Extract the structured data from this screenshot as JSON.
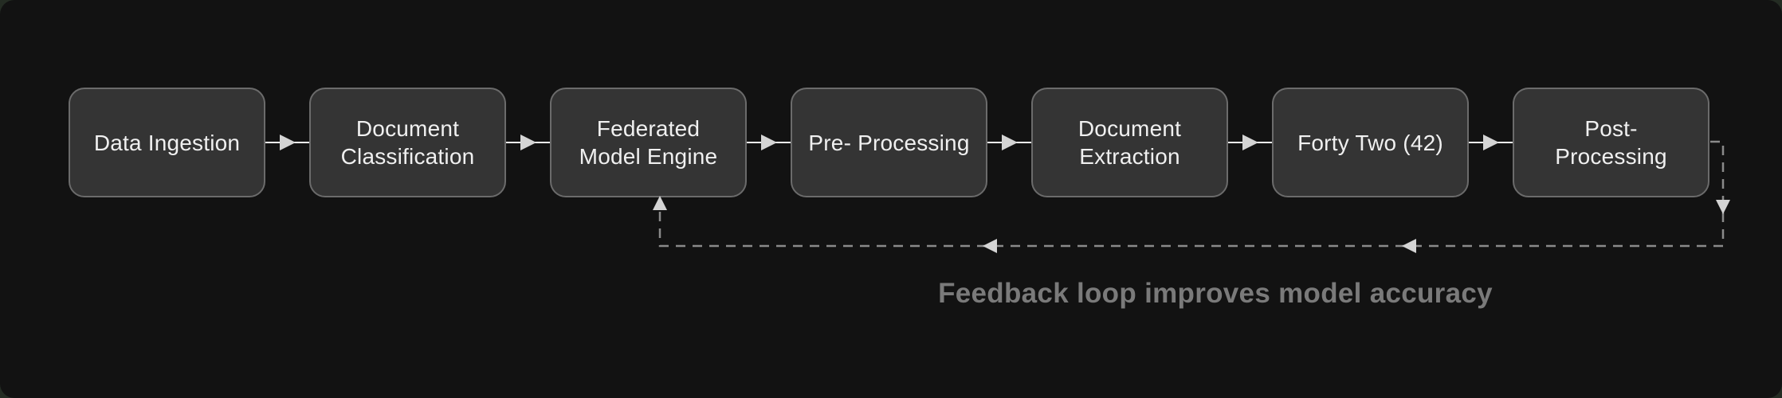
{
  "diagram": {
    "nodes": [
      {
        "id": "data-ingestion",
        "label": "Data Ingestion"
      },
      {
        "id": "document-classification",
        "label": "Document\nClassification"
      },
      {
        "id": "federated-model-engine",
        "label": "Federated\nModel Engine"
      },
      {
        "id": "pre-processing",
        "label": "Pre- Processing"
      },
      {
        "id": "document-extraction",
        "label": "Document\nExtraction"
      },
      {
        "id": "forty-two",
        "label": "Forty Two (42)"
      },
      {
        "id": "post-processing",
        "label": "Post-\nProcessing"
      }
    ],
    "feedback_caption": "Feedback loop improves model accuracy"
  },
  "colors": {
    "page_bg": "#242c23",
    "canvas_bg": "#121212",
    "node_fill": "#343434",
    "node_border": "#6b6b6b",
    "node_text": "#f0f0f0",
    "arrow_line": "#f5f5f5",
    "arrowhead": "#d4d4d4",
    "feedback_line": "#8a8a8a",
    "caption_text": "#7a7a7a"
  }
}
